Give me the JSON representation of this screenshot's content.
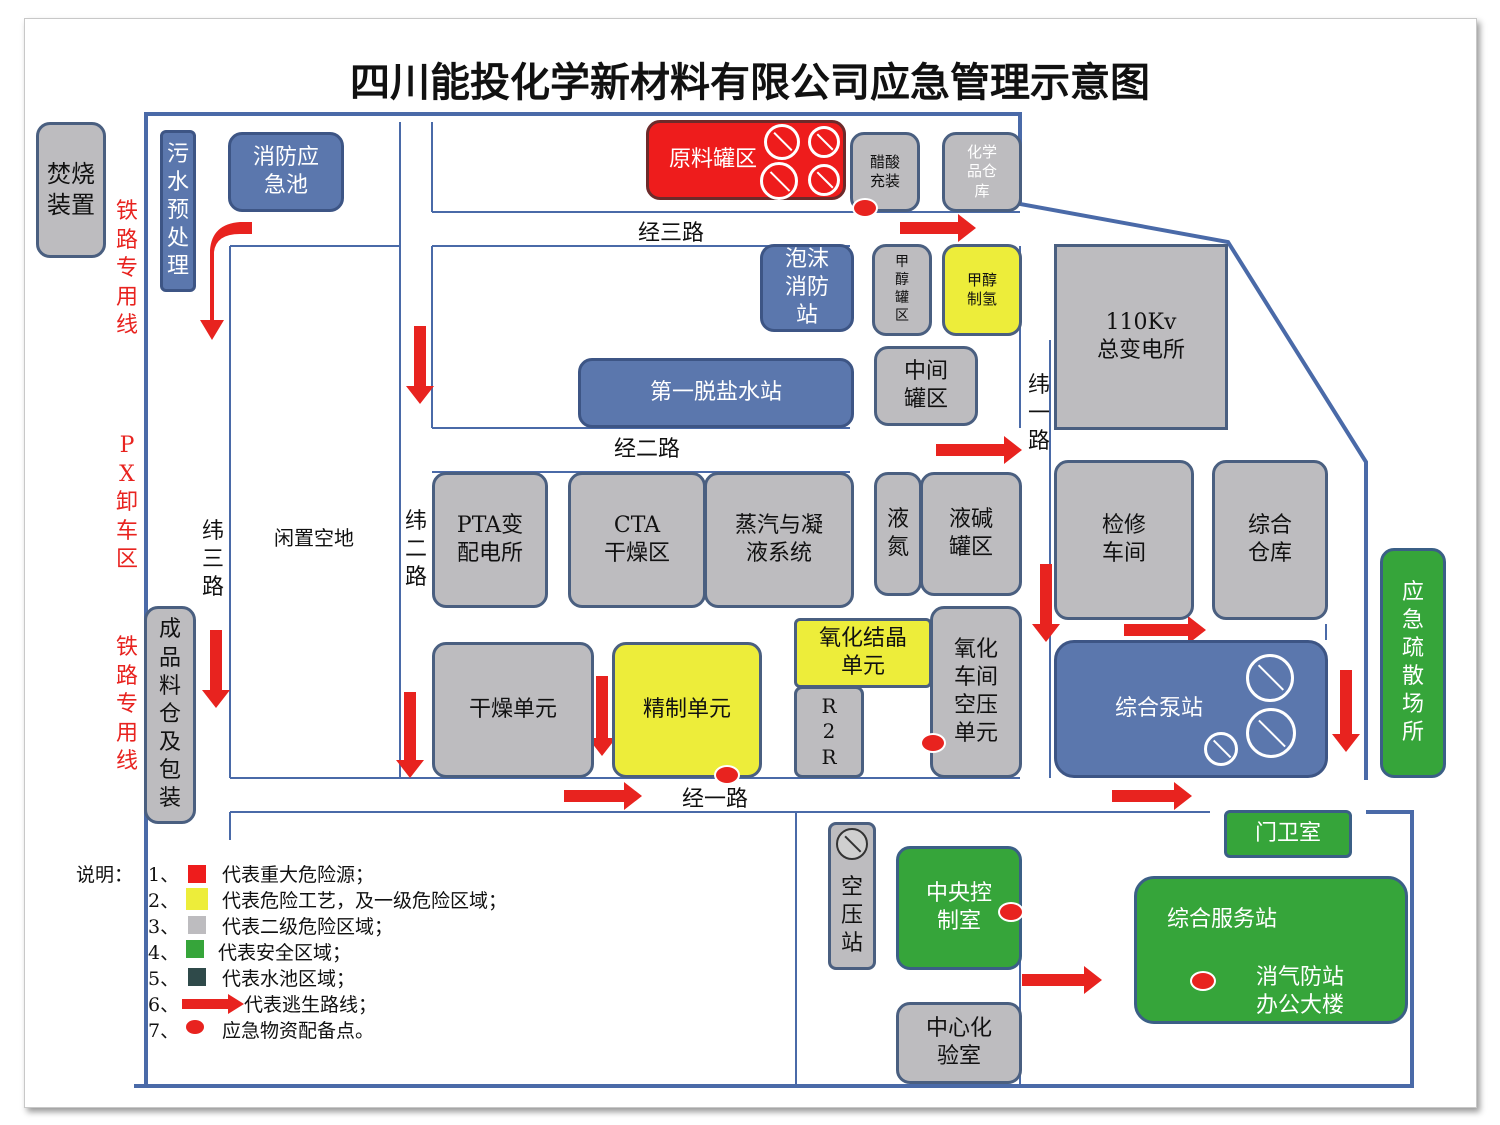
{
  "title": "四川能投化学新材料有限公司应急管理示意图",
  "colors": {
    "danger_red": "#ee1c1c",
    "process_yellow": "#eded3a",
    "secondary_gray": "#bdbcbf",
    "safe_green": "#36a53a",
    "water_blue": "#5b77ad",
    "water_dark": "#2f4a4a",
    "arrow_red": "#e8231f",
    "road_line": "#4a6aa8"
  },
  "facilities": {
    "incinerator": "焚烧装置",
    "sewage": "污水预处理",
    "fire_pool": "消防应\n急池",
    "raw_tank": "原料罐区",
    "acetic": "醋酸\n充装",
    "chem_warehouse": "化学\n品仓\n库",
    "foam_station": "泡沫\n消防\n站",
    "methanol_tank": "甲\n醇\n罐\n区",
    "methanol_h2": "甲醇\n制氢",
    "desalt": "第一脱盐水站",
    "mid_tank": "中间\n罐区",
    "substation": "110Kv\n总变电所",
    "idle": "闲置空地",
    "pta_sub": "PTA变\n配电所",
    "cta_dry": "CTA\n干燥区",
    "steam": "蒸汽与凝\n液系统",
    "liquid_n2": "液\n氮",
    "lye_tank": "液碱\n罐区",
    "repair": "检修\n车间",
    "warehouse": "综合\n仓库",
    "oxid_cryst": "氧化结晶\n单元",
    "r2r": "R\n2\nR",
    "oxid_air": "氧化\n车间\n空压\n单元",
    "dry_unit": "干燥单元",
    "refine": "精制单元",
    "pump": "综合泵站",
    "emergency_area": "应\n急\n疏\n散\n场\n所",
    "product": "成\n品\n料\n仓\n及\n包\n装",
    "air_comp": "空\n压\n站",
    "central_ctrl": "中央控\n制室",
    "gate": "门卫室",
    "service": "综合服务站",
    "fire_station": "消气防站\n办公大楼",
    "lab": "中心化\n验室"
  },
  "roads": {
    "jing3": "经三路",
    "jing2": "经二路",
    "jing1": "经一路",
    "wei1": "纬\n一\n路",
    "wei2": "纬\n二\n路",
    "wei3": "纬\n三\n路"
  },
  "rail": {
    "rail_top": "铁\n路\n专\n用\n线",
    "px": "P\nX\n卸\n车\n区",
    "rail_bottom": "铁\n路\n专\n用\n线"
  },
  "legend": {
    "intro": "说明：",
    "items": [
      {
        "num": "1、",
        "text": "代表重大危险源；",
        "symbol": "red-square"
      },
      {
        "num": "2、",
        "text": "代表危险工艺，及一级危险区域；",
        "symbol": "yellow-square"
      },
      {
        "num": "3、",
        "text": "代表二级危险区域；",
        "symbol": "gray-square"
      },
      {
        "num": "4、",
        "text": "代表安全区域；",
        "symbol": "green-square"
      },
      {
        "num": "5、",
        "text": "代表水池区域；",
        "symbol": "dark-square"
      },
      {
        "num": "6、",
        "text": "代表逃生路线；",
        "symbol": "red-arrow"
      },
      {
        "num": "7、",
        "text": "应急物资配备点。",
        "symbol": "red-dot"
      }
    ]
  }
}
